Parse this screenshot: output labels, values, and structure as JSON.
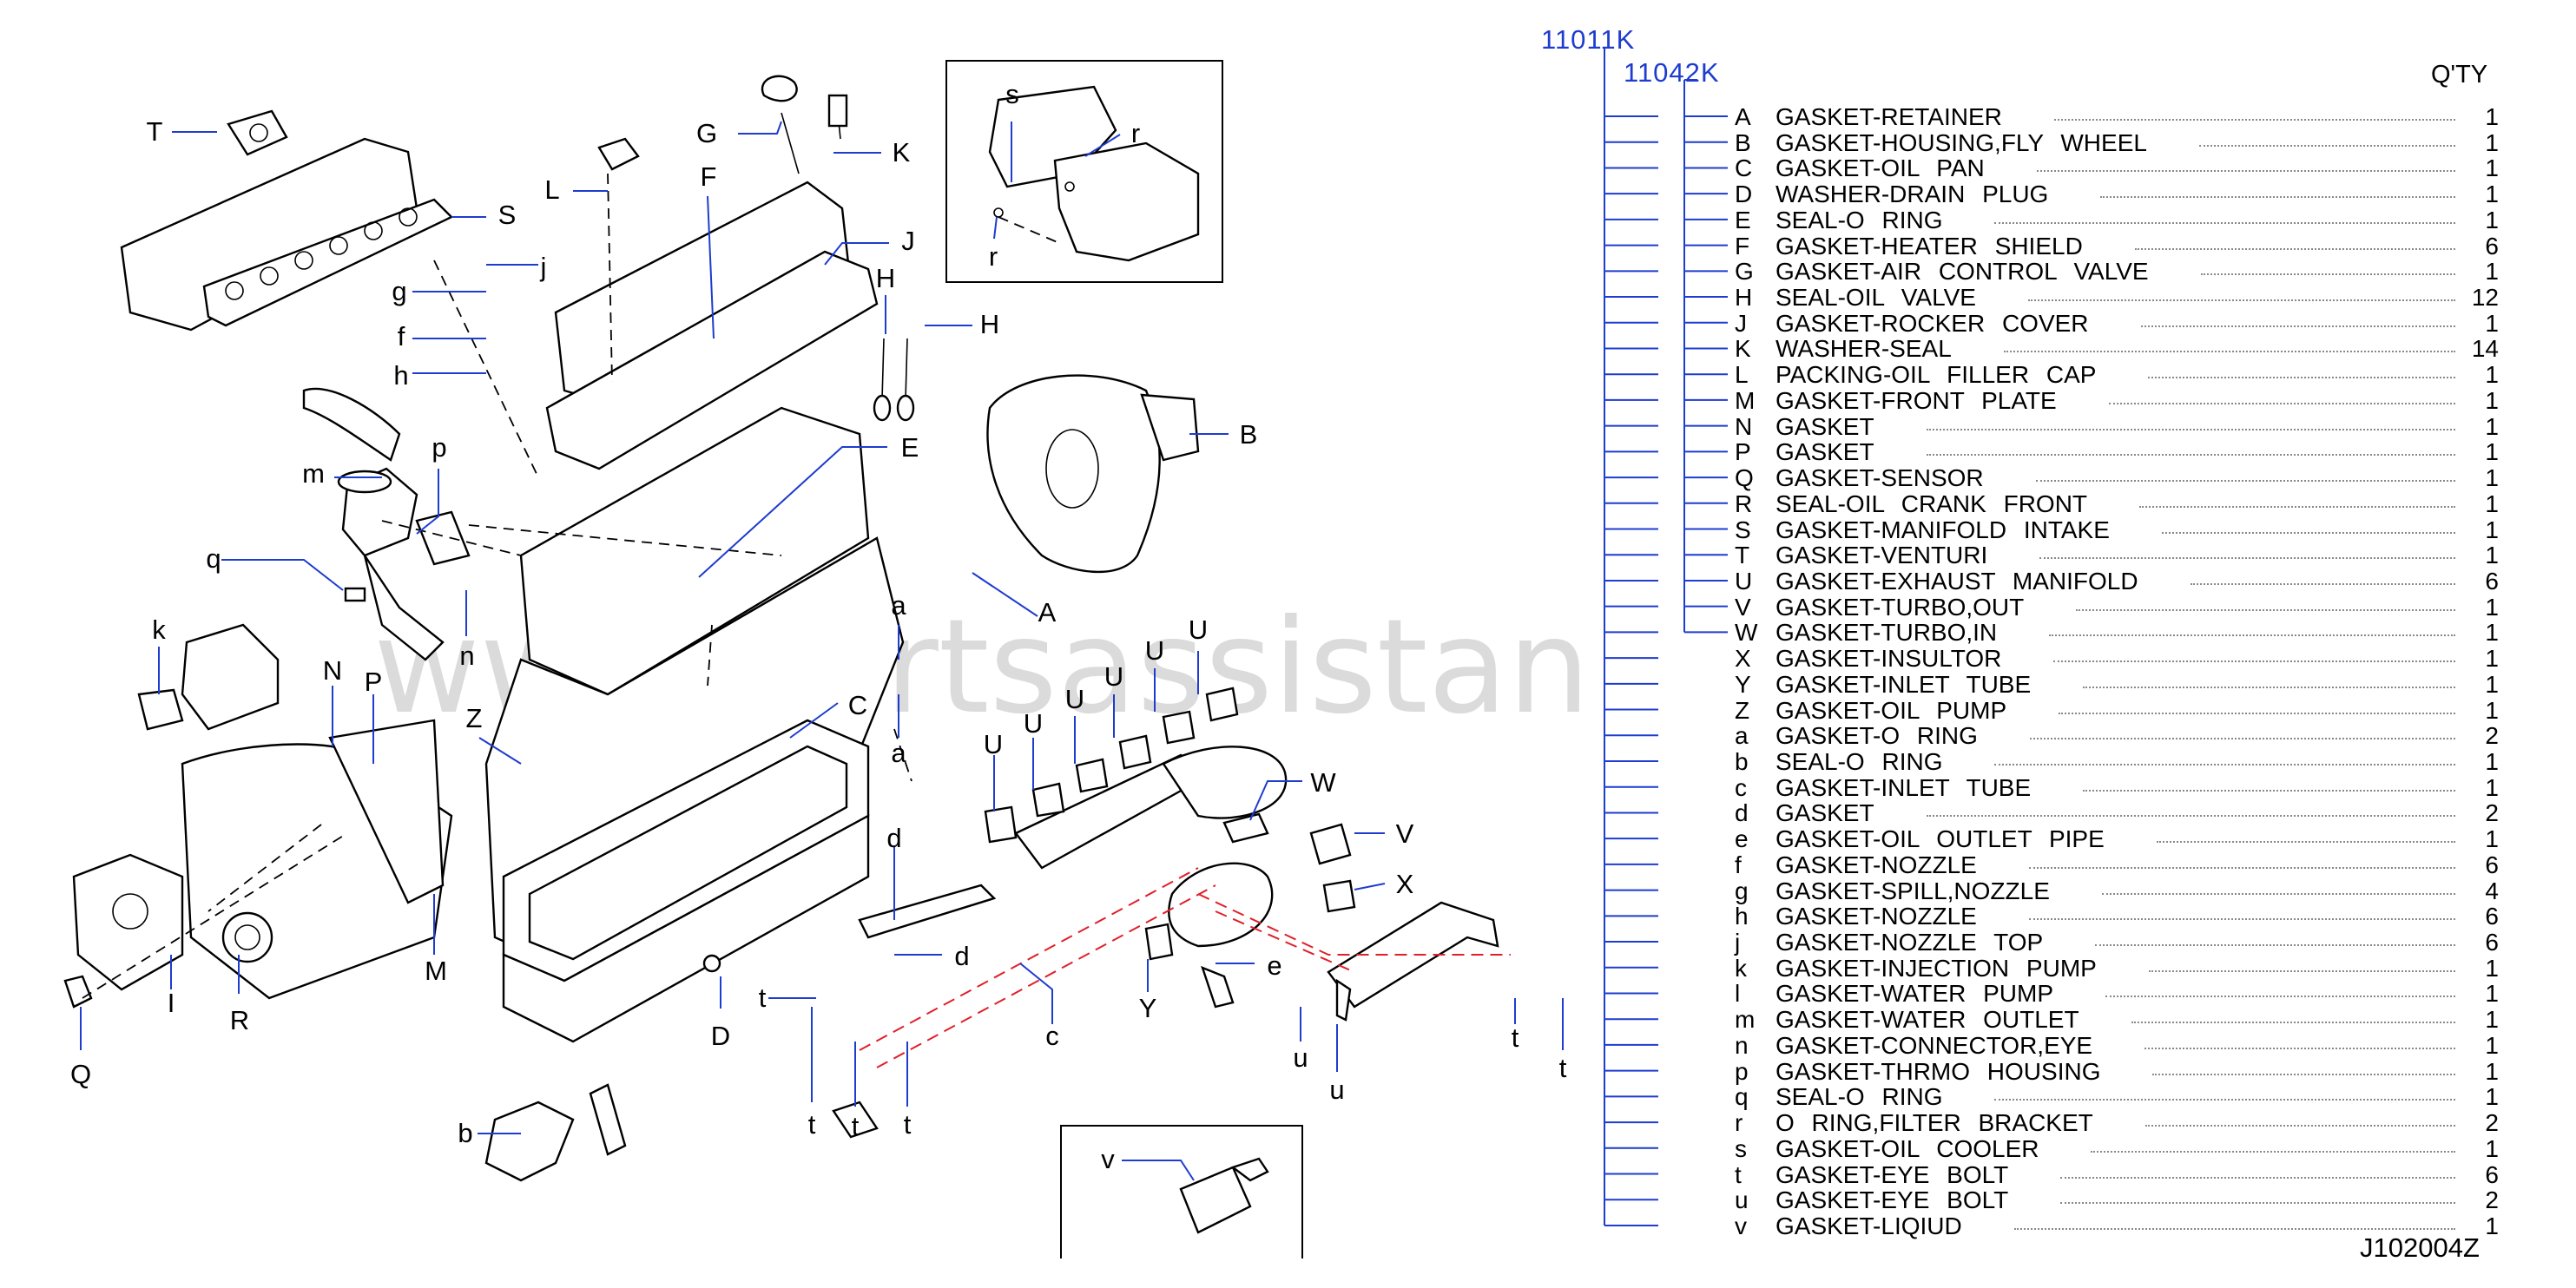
{
  "watermark": "www.partsassistant.com",
  "groups": {
    "outer": "11011K",
    "inner": "11042K"
  },
  "qty_header": "Q'TY",
  "reference": "J102004Z",
  "callouts": [
    "T",
    "S",
    "G",
    "K",
    "L",
    "F",
    "J",
    "j",
    "g",
    "f",
    "h",
    "H",
    "H",
    "E",
    "B",
    "p",
    "m",
    "q",
    "n",
    "A",
    "a",
    "a",
    "k",
    "N",
    "P",
    "Z",
    "C",
    "U",
    "U",
    "U",
    "U",
    "U",
    "U",
    "W",
    "V",
    "X",
    "d",
    "d",
    "c",
    "Y",
    "e",
    "I",
    "R",
    "M",
    "Q",
    "D",
    "t",
    "t",
    "t",
    "t",
    "t",
    "t",
    "u",
    "u",
    "b",
    "s",
    "r",
    "r",
    "v"
  ],
  "parts": [
    {
      "code": "A",
      "name": "GASKET-RETAINER",
      "qty": "1"
    },
    {
      "code": "B",
      "name": "GASKET-HOUSING,FLY WHEEL",
      "qty": "1"
    },
    {
      "code": "C",
      "name": "GASKET-OIL PAN",
      "qty": "1"
    },
    {
      "code": "D",
      "name": "WASHER-DRAIN PLUG",
      "qty": "1"
    },
    {
      "code": "E",
      "name": "SEAL-O RING",
      "qty": "1"
    },
    {
      "code": "F",
      "name": "GASKET-HEATER SHIELD",
      "qty": "6"
    },
    {
      "code": "G",
      "name": "GASKET-AIR CONTROL VALVE",
      "qty": "1"
    },
    {
      "code": "H",
      "name": "SEAL-OIL VALVE",
      "qty": "12"
    },
    {
      "code": "J",
      "name": "GASKET-ROCKER COVER",
      "qty": "1"
    },
    {
      "code": "K",
      "name": "WASHER-SEAL",
      "qty": "14"
    },
    {
      "code": "L",
      "name": "PACKING-OIL FILLER CAP",
      "qty": "1"
    },
    {
      "code": "M",
      "name": "GASKET-FRONT PLATE",
      "qty": "1"
    },
    {
      "code": "N",
      "name": "GASKET",
      "qty": "1"
    },
    {
      "code": "P",
      "name": "GASKET",
      "qty": "1"
    },
    {
      "code": "Q",
      "name": "GASKET-SENSOR",
      "qty": "1"
    },
    {
      "code": "R",
      "name": "SEAL-OIL CRANK FRONT",
      "qty": "1"
    },
    {
      "code": "S",
      "name": "GASKET-MANIFOLD INTAKE",
      "qty": "1"
    },
    {
      "code": "T",
      "name": "GASKET-VENTURI",
      "qty": "1"
    },
    {
      "code": "U",
      "name": "GASKET-EXHAUST MANIFOLD",
      "qty": "6"
    },
    {
      "code": "V",
      "name": "GASKET-TURBO,OUT",
      "qty": "1"
    },
    {
      "code": "W",
      "name": "GASKET-TURBO,IN",
      "qty": "1"
    },
    {
      "code": "X",
      "name": "GASKET-INSULTOR",
      "qty": "1"
    },
    {
      "code": "Y",
      "name": "GASKET-INLET TUBE",
      "qty": "1"
    },
    {
      "code": "Z",
      "name": "GASKET-OIL PUMP",
      "qty": "1"
    },
    {
      "code": "a",
      "name": "GASKET-O RING",
      "qty": "2"
    },
    {
      "code": "b",
      "name": "SEAL-O RING",
      "qty": "1"
    },
    {
      "code": "c",
      "name": "GASKET-INLET TUBE",
      "qty": "1"
    },
    {
      "code": "d",
      "name": "GASKET",
      "qty": "2"
    },
    {
      "code": "e",
      "name": "GASKET-OIL OUTLET PIPE",
      "qty": "1"
    },
    {
      "code": "f",
      "name": "GASKET-NOZZLE",
      "qty": "6"
    },
    {
      "code": "g",
      "name": "GASKET-SPILL,NOZZLE",
      "qty": "4"
    },
    {
      "code": "h",
      "name": "GASKET-NOZZLE",
      "qty": "6"
    },
    {
      "code": "j",
      "name": "GASKET-NOZZLE TOP",
      "qty": "6"
    },
    {
      "code": "k",
      "name": "GASKET-INJECTION PUMP",
      "qty": "1"
    },
    {
      "code": "l",
      "name": "GASKET-WATER PUMP",
      "qty": "1"
    },
    {
      "code": "m",
      "name": "GASKET-WATER OUTLET",
      "qty": "1"
    },
    {
      "code": "n",
      "name": "GASKET-CONNECTOR,EYE",
      "qty": "1"
    },
    {
      "code": "p",
      "name": "GASKET-THRMO HOUSING",
      "qty": "1"
    },
    {
      "code": "q",
      "name": "SEAL-O RING",
      "qty": "1"
    },
    {
      "code": "r",
      "name": "O RING,FILTER BRACKET",
      "qty": "2"
    },
    {
      "code": "s",
      "name": "GASKET-OIL COOLER",
      "qty": "1"
    },
    {
      "code": "t",
      "name": "GASKET-EYE BOLT",
      "qty": "6"
    },
    {
      "code": "u",
      "name": "GASKET-EYE BOLT",
      "qty": "2"
    },
    {
      "code": "v",
      "name": "GASKET-LIQIUD",
      "qty": "1"
    }
  ]
}
